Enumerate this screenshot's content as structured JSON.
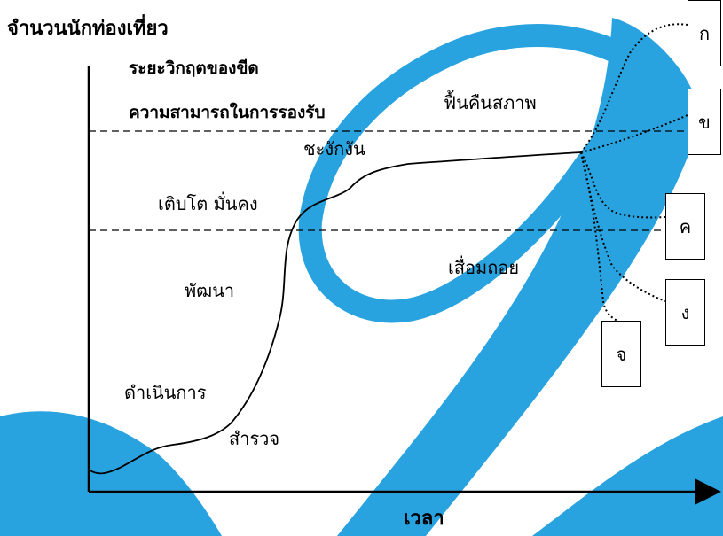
{
  "title": "จำนวนนักท่องเที่ยว",
  "x_axis_label": "เวลา",
  "thresholds": {
    "upper": [
      "ระยะวิกฤตของขีด",
      "ความสามารถในการรองรับ"
    ]
  },
  "stages": [
    "สำรวจ",
    "ดำเนินการ",
    "พัฒนา",
    "เติบโต มั่นคง",
    "ชะงักงัน",
    "ฟื้นคืนสภาพ",
    "เสื่อมถอย"
  ],
  "boxes": [
    "ก",
    "ข",
    "ค",
    "ง",
    "จ"
  ],
  "colors": {
    "watermark": "#29a3df",
    "line": "#000000",
    "background": "#ffffff"
  }
}
